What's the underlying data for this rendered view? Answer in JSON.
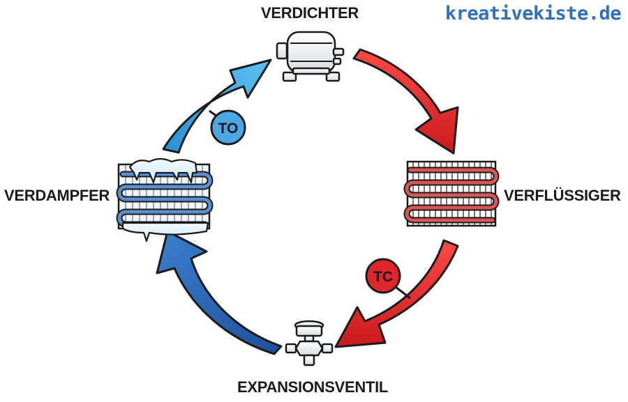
{
  "brand": "kreativekiste.de",
  "components": {
    "compressor": "VERDICHTER",
    "condenser": "VERFLÜSSIGER",
    "expansion_valve": "EXPANSIONSVENTIL",
    "evaporator": "VERDAMPFER"
  },
  "sensors": {
    "evaporator_sensor": "TO",
    "condenser_sensor": "TC"
  },
  "colors": {
    "hot_arrow": "#e0262a",
    "cold_arrow_light": "#3a9be0",
    "cold_arrow_dark": "#2a62b0",
    "brand": "#2f6fbf"
  }
}
